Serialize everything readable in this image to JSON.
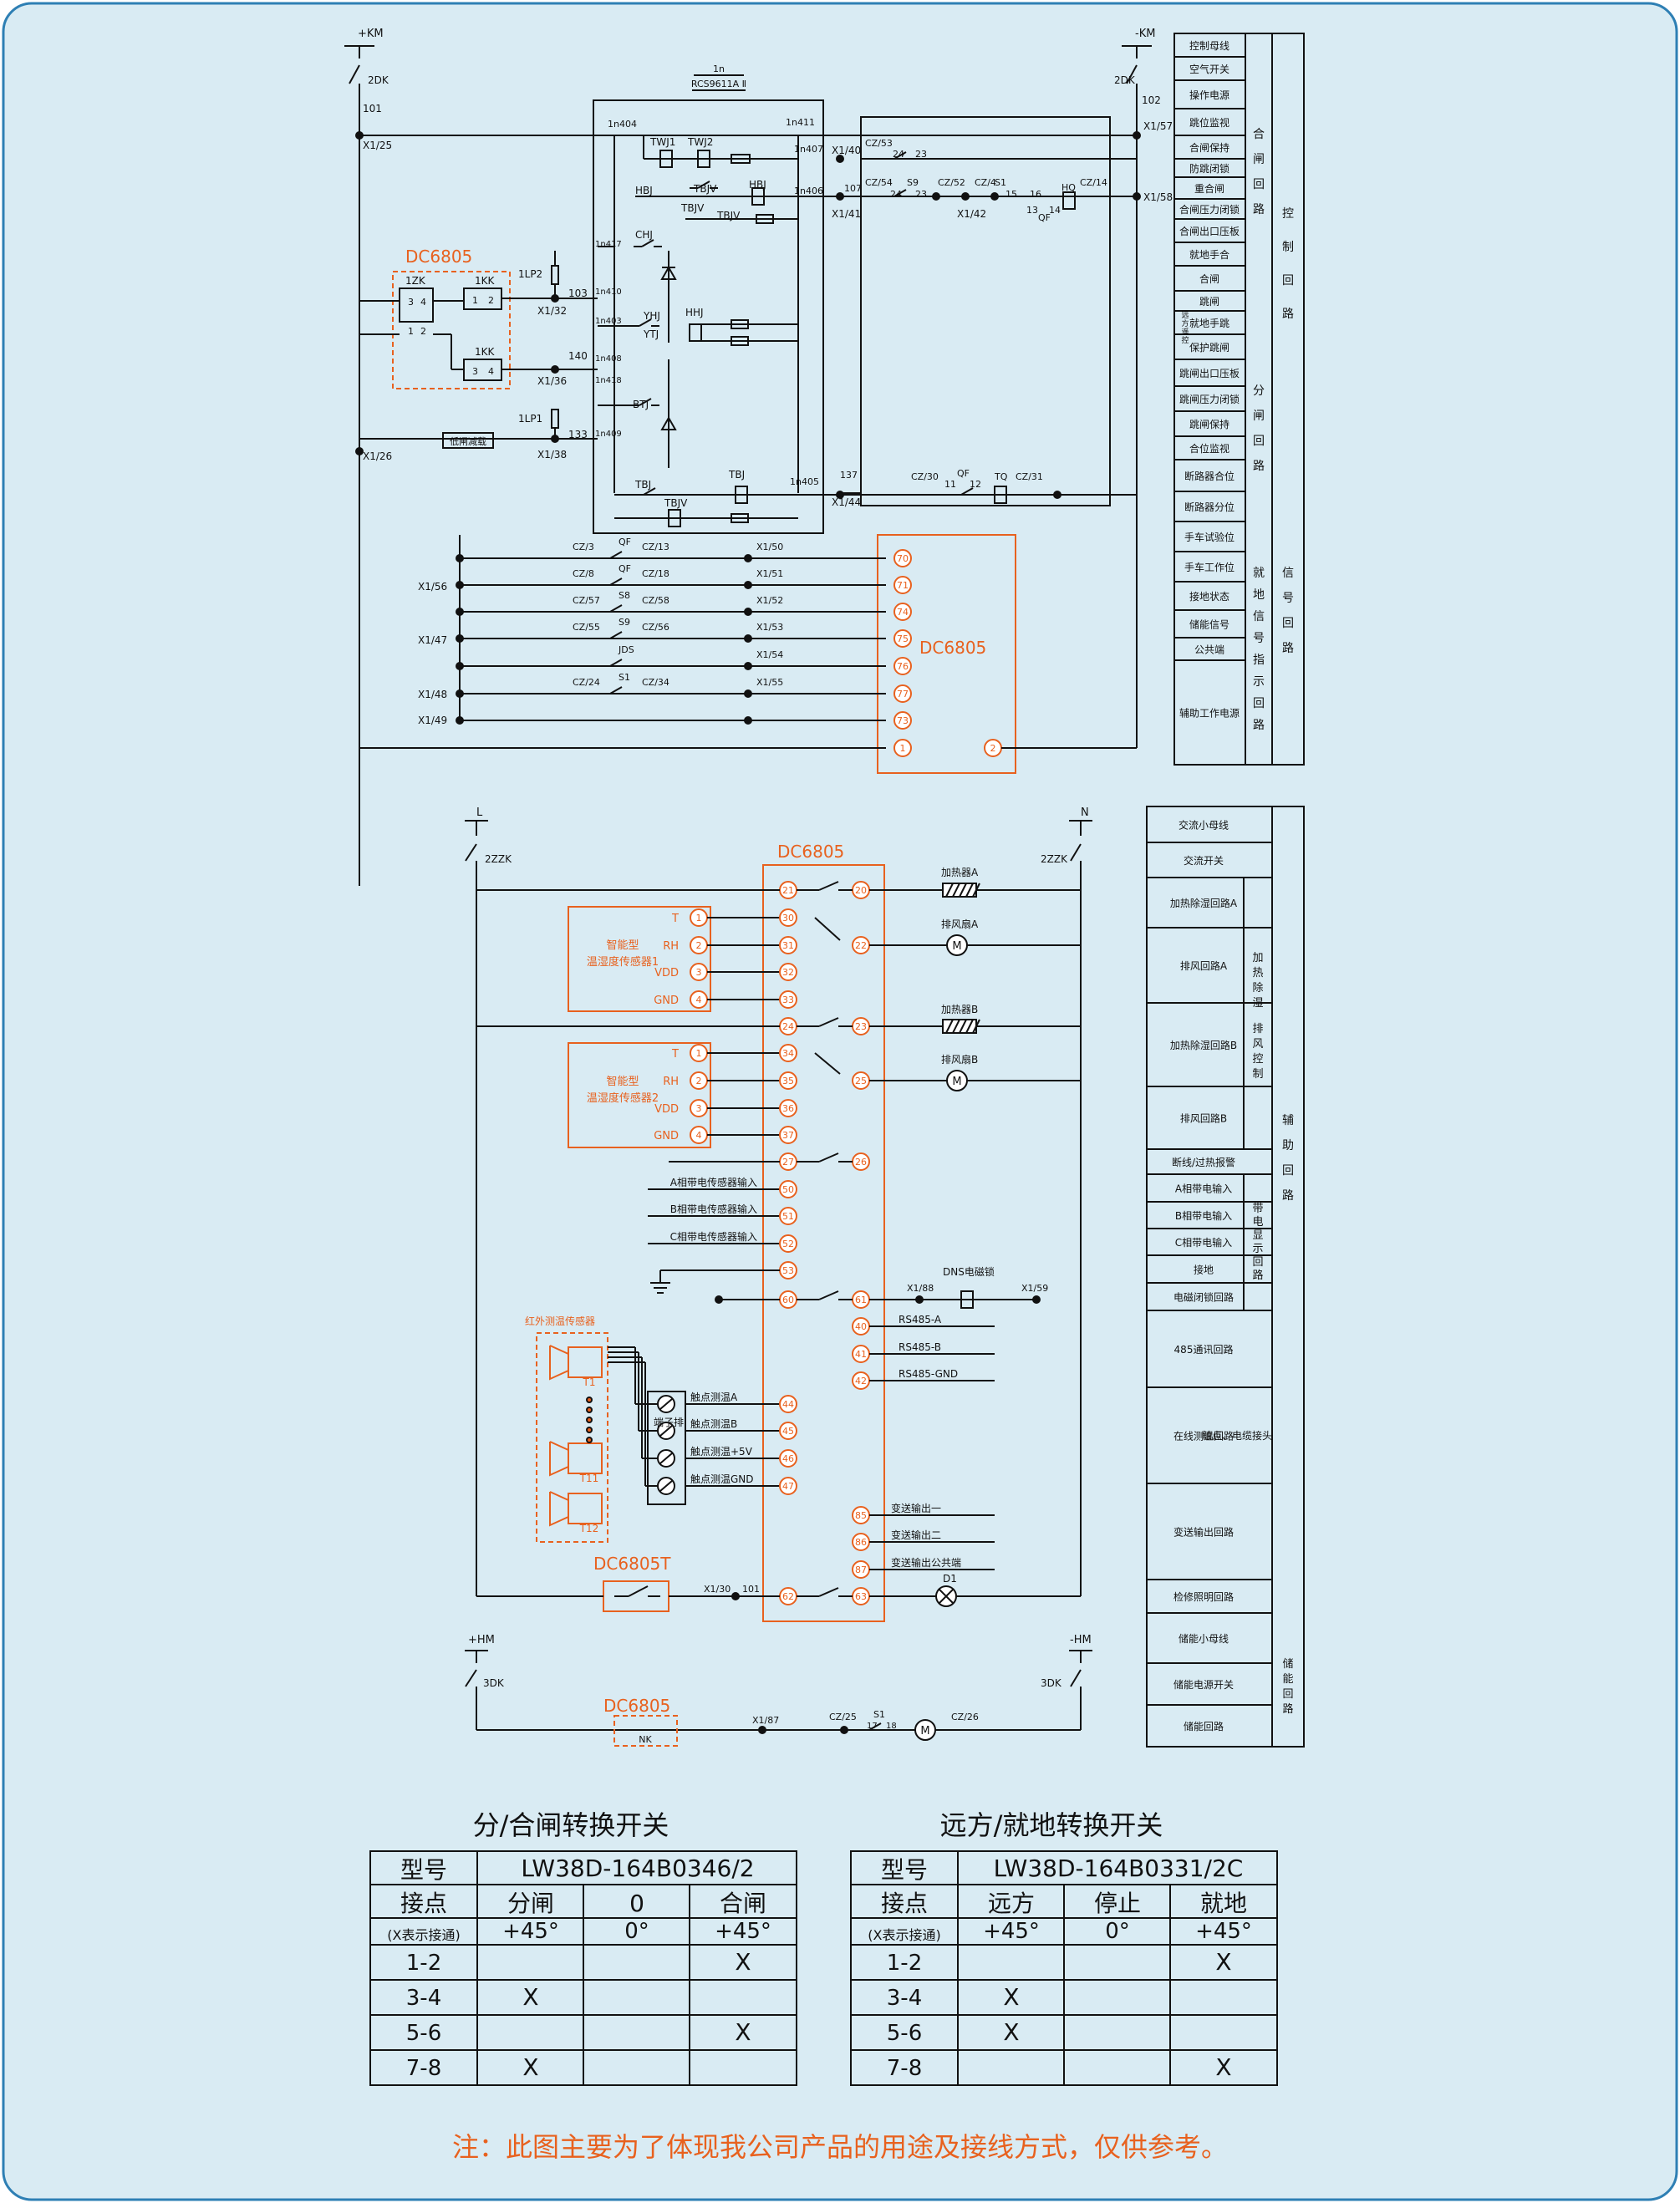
{
  "control": {
    "busbars": {
      "pos": "+KM",
      "neg": "-KM"
    },
    "breaker_left": "2DK",
    "breaker_right": "2DK",
    "wire_101": "101",
    "wire_102": "102",
    "term_left_top": "X1/25",
    "term_right_top": "X1/57",
    "term_right_2": "X1/58",
    "relay_title": "1n",
    "relay_model": "RCS9611A Ⅱ",
    "relay_terms": [
      "1n404",
      "1n411",
      "1n407",
      "1n406",
      "1n417",
      "1n410",
      "1n403",
      "1n408",
      "1n418",
      "1n409",
      "1n405"
    ],
    "coils": [
      "TWJ1",
      "TWJ2",
      "HBJ",
      "TBJV",
      "HBJ",
      "TBJV",
      "TBJV",
      "CHJ",
      "HHJ",
      "YHJ",
      "YTJ",
      "BTJ",
      "TBJ",
      "TBJ",
      "TBJV"
    ],
    "dc6805_label": "DC6805",
    "sw_labels": [
      "1ZK",
      "1KK",
      "1KK"
    ],
    "contacts_2zk": [
      "3",
      "4",
      "1",
      "2"
    ],
    "contacts_1kk_a": [
      "1",
      "2"
    ],
    "contacts_1kk_b": [
      "3",
      "4"
    ],
    "lp": [
      "1LP2",
      "1LP1"
    ],
    "wires": [
      "103",
      "140",
      "133",
      "107",
      "137"
    ],
    "terms": [
      "X1/32",
      "X1/36",
      "X1/38",
      "X1/26",
      "X1/40",
      "X1/41",
      "X1/42",
      "X1/44"
    ],
    "low_pressure": "低闸减载",
    "closing_circuit": [
      "CZ/53",
      "24",
      "23",
      "CZ/54",
      "S9",
      "24",
      "23",
      "CZ/52",
      "CZ/4",
      "S1",
      "15",
      "16",
      "HQ",
      "CZ/14",
      "13",
      "QF",
      "14"
    ],
    "trip_circuit": [
      "CZ/30",
      "11",
      "QF",
      "12",
      "TQ",
      "CZ/31"
    ]
  },
  "signal": {
    "left_terms": [
      "X1/56",
      "X1/47",
      "X1/48",
      "X1/49"
    ],
    "rows": [
      {
        "a": "CZ/3",
        "sw": "QF",
        "b": "CZ/13",
        "term": "X1/50",
        "pin": "70"
      },
      {
        "a": "CZ/8",
        "sw": "QF",
        "b": "CZ/18",
        "term": "X1/51",
        "pin": "71"
      },
      {
        "a": "CZ/57",
        "sw": "S8",
        "b": "CZ/58",
        "term": "X1/52",
        "pin": "74"
      },
      {
        "a": "CZ/55",
        "sw": "S9",
        "b": "CZ/56",
        "term": "X1/53",
        "pin": "75"
      },
      {
        "a": "",
        "sw": "JDS",
        "b": "",
        "term": "X1/54",
        "pin": "76"
      },
      {
        "a": "CZ/24",
        "sw": "S1",
        "b": "CZ/34",
        "term": "X1/55",
        "pin": "77"
      },
      {
        "a": "",
        "sw": "",
        "b": "",
        "term": "",
        "pin": "73"
      }
    ],
    "bottom_pins": [
      "1",
      "2"
    ],
    "device": "DC6805"
  },
  "side_top": {
    "items": [
      "控制母线",
      "空气开关",
      "操作电源",
      "跳位监视",
      "合闸保持",
      "防跳闭锁",
      "重合闸",
      "合闸压力闭锁",
      "合闸出口压板",
      "就地手合",
      "合闸",
      "跳闸",
      "就地手跳",
      "保护跳闸",
      "跳闸出口压板",
      "跳闸压力闭锁",
      "跳闸保持",
      "合位监视",
      "断路器合位",
      "断路器分位",
      "手车试验位",
      "手车工作位",
      "接地状态",
      "储能信号",
      "公共端",
      "辅助工作电源"
    ],
    "remote": "远方遥控",
    "groups": [
      "合闸回路",
      "分闸回路",
      "控制回路",
      "就地信号指示回路",
      "信号回路"
    ]
  },
  "aux": {
    "busbars": {
      "L": "L",
      "N": "N"
    },
    "breaker": "2ZZK",
    "device": "DC6805",
    "sensor1": "智能型\n温湿度传感器1",
    "sensor2": "智能型\n温湿度传感器2",
    "sensor_pins": [
      "T",
      "RH",
      "VDD",
      "GND"
    ],
    "sensor1_term": [
      "30",
      "31",
      "32",
      "33"
    ],
    "sensor2_term": [
      "34",
      "35",
      "36",
      "37"
    ],
    "relay_pairs": [
      [
        "21",
        "20"
      ],
      [
        "24",
        "23"
      ],
      [
        "27",
        "26"
      ],
      [
        "60",
        "61"
      ],
      [
        "62",
        "63"
      ]
    ],
    "heater_a": "加热器A",
    "fan_a": "排风扇A",
    "heater_b": "加热器B",
    "fan_b": "排风扇B",
    "pins_22_25": [
      "22",
      "25"
    ],
    "phase_inputs": [
      {
        "label": "A相带电传感器输入",
        "pin": "50"
      },
      {
        "label": "B相带电传感器输入",
        "pin": "51"
      },
      {
        "label": "C相带电传感器输入",
        "pin": "52"
      }
    ],
    "ground_pin": "53",
    "dns": {
      "label": "DNS电磁锁",
      "t1": "X1/88",
      "t2": "X1/59"
    },
    "rs485": [
      {
        "label": "RS485-A",
        "pin": "40"
      },
      {
        "label": "RS485-B",
        "pin": "41"
      },
      {
        "label": "RS485-GND",
        "pin": "42"
      }
    ],
    "ir_title": "红外测温传感器",
    "ir_units": [
      "T1",
      "T11",
      "T12"
    ],
    "terminal_block": "端子排",
    "contact_temp": [
      {
        "label": "触点测温A",
        "pin": "44"
      },
      {
        "label": "触点测温B",
        "pin": "45"
      },
      {
        "label": "触点测温+5V",
        "pin": "46"
      },
      {
        "label": "触点测温GND",
        "pin": "47"
      }
    ],
    "transmit": [
      {
        "label": "变送输出一",
        "pin": "85"
      },
      {
        "label": "变送输出二",
        "pin": "86"
      },
      {
        "label": "变送输出公共端",
        "pin": "87"
      }
    ],
    "lamp_switch": "DC6805T",
    "lamp_term": "X1/30",
    "lamp_wire": "101",
    "lamp": "D1"
  },
  "storage": {
    "busbars": {
      "pos": "+HM",
      "neg": "-HM"
    },
    "breaker": "3DK",
    "device": "DC6805",
    "nk": "NK",
    "term": "X1/87",
    "parts": [
      "CZ/25",
      "S1",
      "17",
      "18",
      "CZ/26"
    ]
  },
  "side_bottom": {
    "items": [
      "交流小母线",
      "交流开关",
      "加热除湿回路A",
      "排风回路A",
      "加热除湿回路B",
      "排风回路B",
      "断线/过热报警",
      "A相带电输入",
      "B相带电输入",
      "C相带电输入",
      "接地",
      "电磁闭锁回路",
      "485通讯回路",
      "在线测温回路",
      "变送输出回路",
      "检修照明回路",
      "储能小母线",
      "储能电源开关",
      "储能回路"
    ],
    "groups": [
      "加热除湿",
      "排风控制",
      "带电显示回路",
      "辅助回路",
      "储能回路"
    ],
    "contact_group": "触点、电缆接头"
  },
  "table_left": {
    "title": "分/合闸转换开关",
    "model_label": "型号",
    "model": "LW38D-164B0346/2",
    "contact_label": "接点",
    "note": "(X表示接通)",
    "headers": [
      "分闸",
      "0",
      "合闸"
    ],
    "angles": [
      "+45°",
      "0°",
      "+45°"
    ],
    "rows": [
      {
        "c": "1-2",
        "v": [
          "",
          "",
          "X"
        ]
      },
      {
        "c": "3-4",
        "v": [
          "X",
          "",
          ""
        ]
      },
      {
        "c": "5-6",
        "v": [
          "",
          "",
          "X"
        ]
      },
      {
        "c": "7-8",
        "v": [
          "X",
          "",
          ""
        ]
      }
    ]
  },
  "table_right": {
    "title": "远方/就地转换开关",
    "model_label": "型号",
    "model": "LW38D-164B0331/2C",
    "contact_label": "接点",
    "note": "(X表示接通)",
    "headers": [
      "远方",
      "停止",
      "就地"
    ],
    "angles": [
      "+45°",
      "0°",
      "+45°"
    ],
    "rows": [
      {
        "c": "1-2",
        "v": [
          "",
          "",
          "X"
        ]
      },
      {
        "c": "3-4",
        "v": [
          "X",
          "",
          ""
        ]
      },
      {
        "c": "5-6",
        "v": [
          "X",
          "",
          ""
        ]
      },
      {
        "c": "7-8",
        "v": [
          "",
          "",
          "X"
        ]
      }
    ]
  },
  "footnote": "注：此图主要为了体现我公司产品的用途及接线方式，仅供参考。",
  "colors": {
    "accent": "#e8611e",
    "line": "#111111",
    "frame": "#2e7fb4",
    "bg": "#d9ebf3"
  }
}
